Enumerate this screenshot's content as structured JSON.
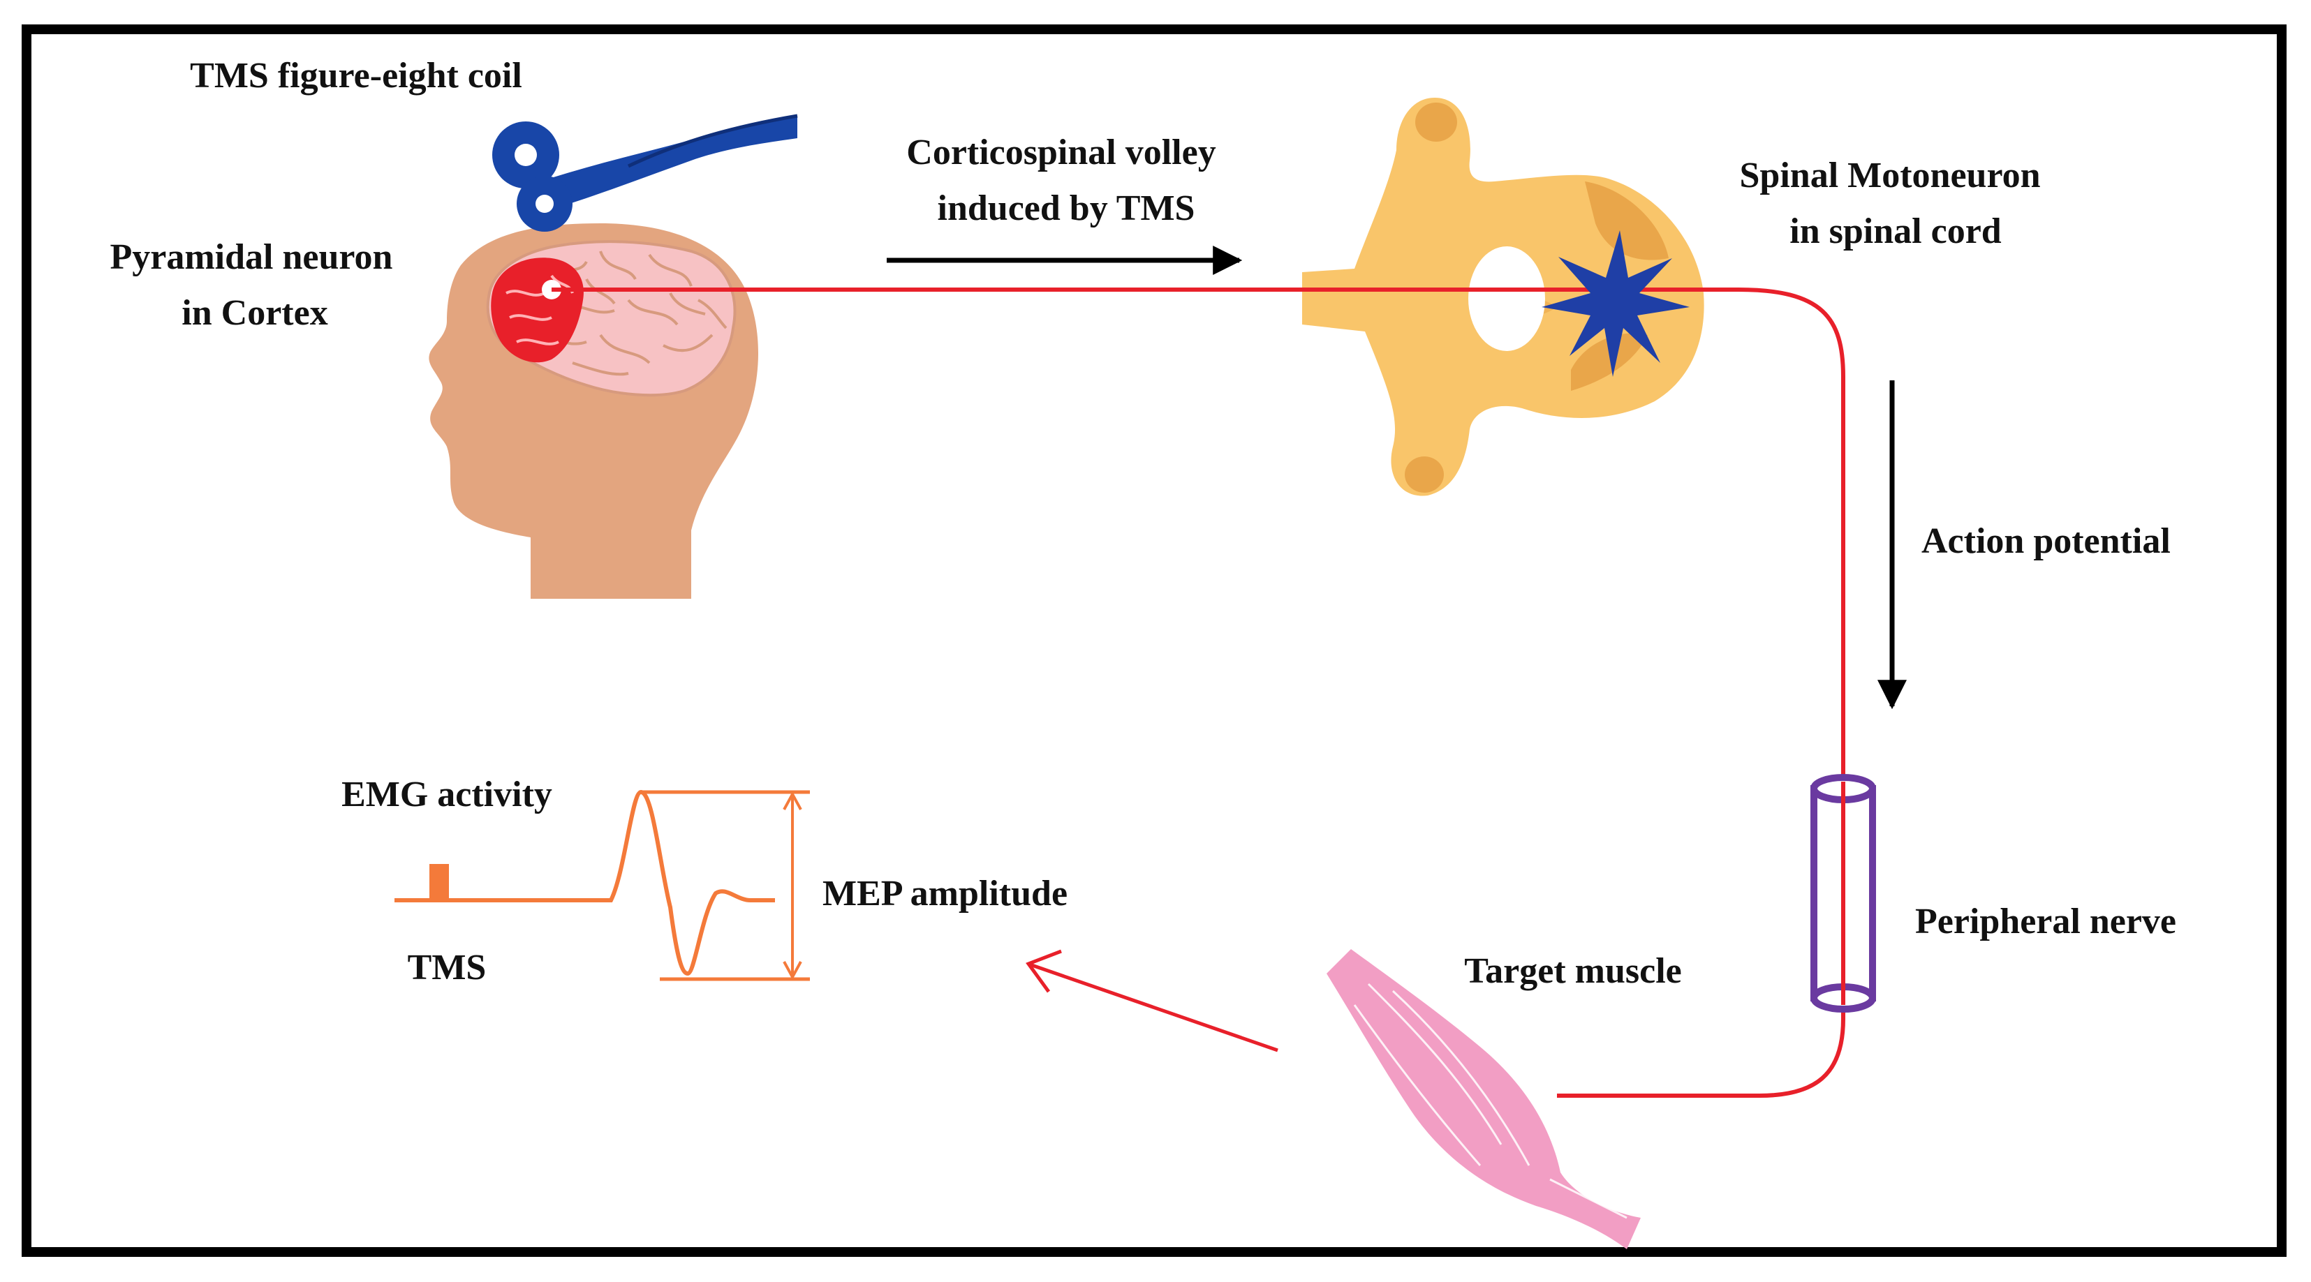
{
  "labels": {
    "coil": "TMS figure-eight coil",
    "pyramidal_line1": "Pyramidal neuron",
    "pyramidal_line2": "in Cortex",
    "volley_line1": "Corticospinal volley",
    "volley_line2": "induced by TMS",
    "motoneuron_line1": "Spinal Motoneuron",
    "motoneuron_line2": "in spinal cord",
    "action_potential": "Action potential",
    "peripheral_nerve": "Peripheral nerve",
    "target_muscle": "Target muscle",
    "emg_activity": "EMG activity",
    "tms": "TMS",
    "mep_amplitude": "MEP amplitude"
  },
  "colors": {
    "frame": "#000000",
    "pathway": "#e8202a",
    "arrow": "#000000",
    "coil": "#1846a8",
    "head": "#e3a57f",
    "brain": "#f7c2c4",
    "cortex_active": "#e8202a",
    "spinal_cord": "#f9c56a",
    "spinal_dark": "#e9a64a",
    "motoneuron": "#1f3fa6",
    "nerve": "#6a3aa0",
    "muscle": "#f29ec4",
    "emg": "#f47a3a"
  },
  "icons": {
    "coil": "figure-eight-coil-icon",
    "head": "head-with-brain-icon",
    "spinal_cord": "spinal-cord-cross-section-icon",
    "motoneuron": "motoneuron-star-icon",
    "nerve": "peripheral-nerve-icon",
    "muscle": "muscle-icon"
  }
}
